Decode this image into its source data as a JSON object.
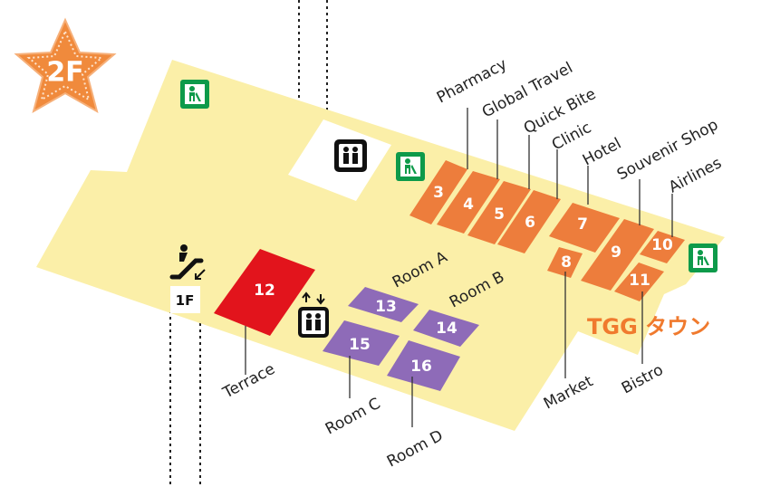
{
  "floor": {
    "label": "2F"
  },
  "area_name": "TGG タウン",
  "escalator": {
    "label": "1F"
  },
  "colors": {
    "floor_fill": "#FBEFA8",
    "shop": "#ED7D3C",
    "room": "#8E6BB8",
    "terrace": "#E2141C",
    "badge": "#F08A3C",
    "restroom_green": "#0D9A4A",
    "area_text": "#F07A2E"
  },
  "icons": [
    "star-badge-icon",
    "restroom-icon",
    "elevator-icon",
    "escalator-icon",
    "up-down-arrows-icon"
  ],
  "shops": [
    {
      "number": "3",
      "name": ""
    },
    {
      "number": "4",
      "name": "Pharmacy"
    },
    {
      "number": "5",
      "name": "Global Travel"
    },
    {
      "number": "6",
      "name": "Quick Bite"
    },
    {
      "number": "7",
      "name": "Clinic"
    },
    {
      "number": "8",
      "name": "Market"
    },
    {
      "number": "9",
      "name": "Hotel"
    },
    {
      "number": "10",
      "name": "Airlines"
    },
    {
      "number": "11",
      "name": "Bistro"
    }
  ],
  "souvenir_label": "Souvenir Shop",
  "terrace": {
    "number": "12",
    "name": "Terrace"
  },
  "rooms": [
    {
      "number": "13",
      "name": "Room A"
    },
    {
      "number": "14",
      "name": "Room B"
    },
    {
      "number": "15",
      "name": "Room C"
    },
    {
      "number": "16",
      "name": "Room D"
    }
  ]
}
